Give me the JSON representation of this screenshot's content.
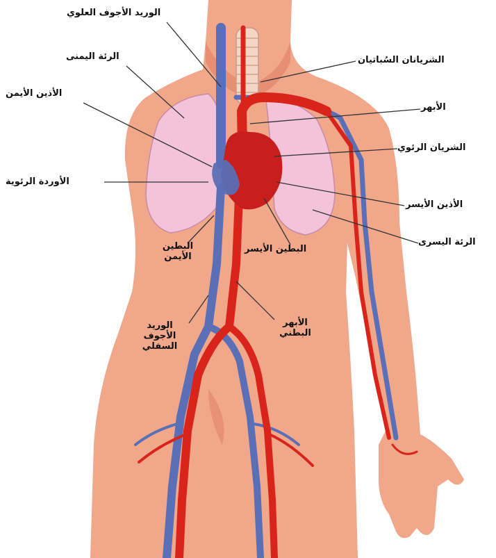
{
  "colors": {
    "skin": "#f0a78a",
    "skin_shadow": "#d9735c",
    "lung": "#f3c3da",
    "artery": "#d9241c",
    "vein": "#5a6fb5",
    "heart": "#c81e1e",
    "leader": "#333333"
  },
  "labels": {
    "superior_vena_cava": "الوريد الأجوف العلوي",
    "right_lung": "الرئة اليمنى",
    "right_atrium": "الأذين الأيمن",
    "pulmonary_veins": "الأوردة الرئوية",
    "right_ventricle": [
      "البطين",
      "الأيمن"
    ],
    "inferior_vena_cava": [
      "الوريد",
      "الأجوف",
      "السفلي"
    ],
    "carotid_arteries": "الشريانان السُباتيان",
    "aorta": "الأبهر",
    "pulmonary_artery": "الشريان الرئوي",
    "left_atrium": "الأذين الأيسر",
    "left_lung": "الرئة اليسرى",
    "left_ventricle": "البطين الأيسر",
    "abdominal_aorta": [
      "الأبهر",
      "البطني"
    ]
  }
}
